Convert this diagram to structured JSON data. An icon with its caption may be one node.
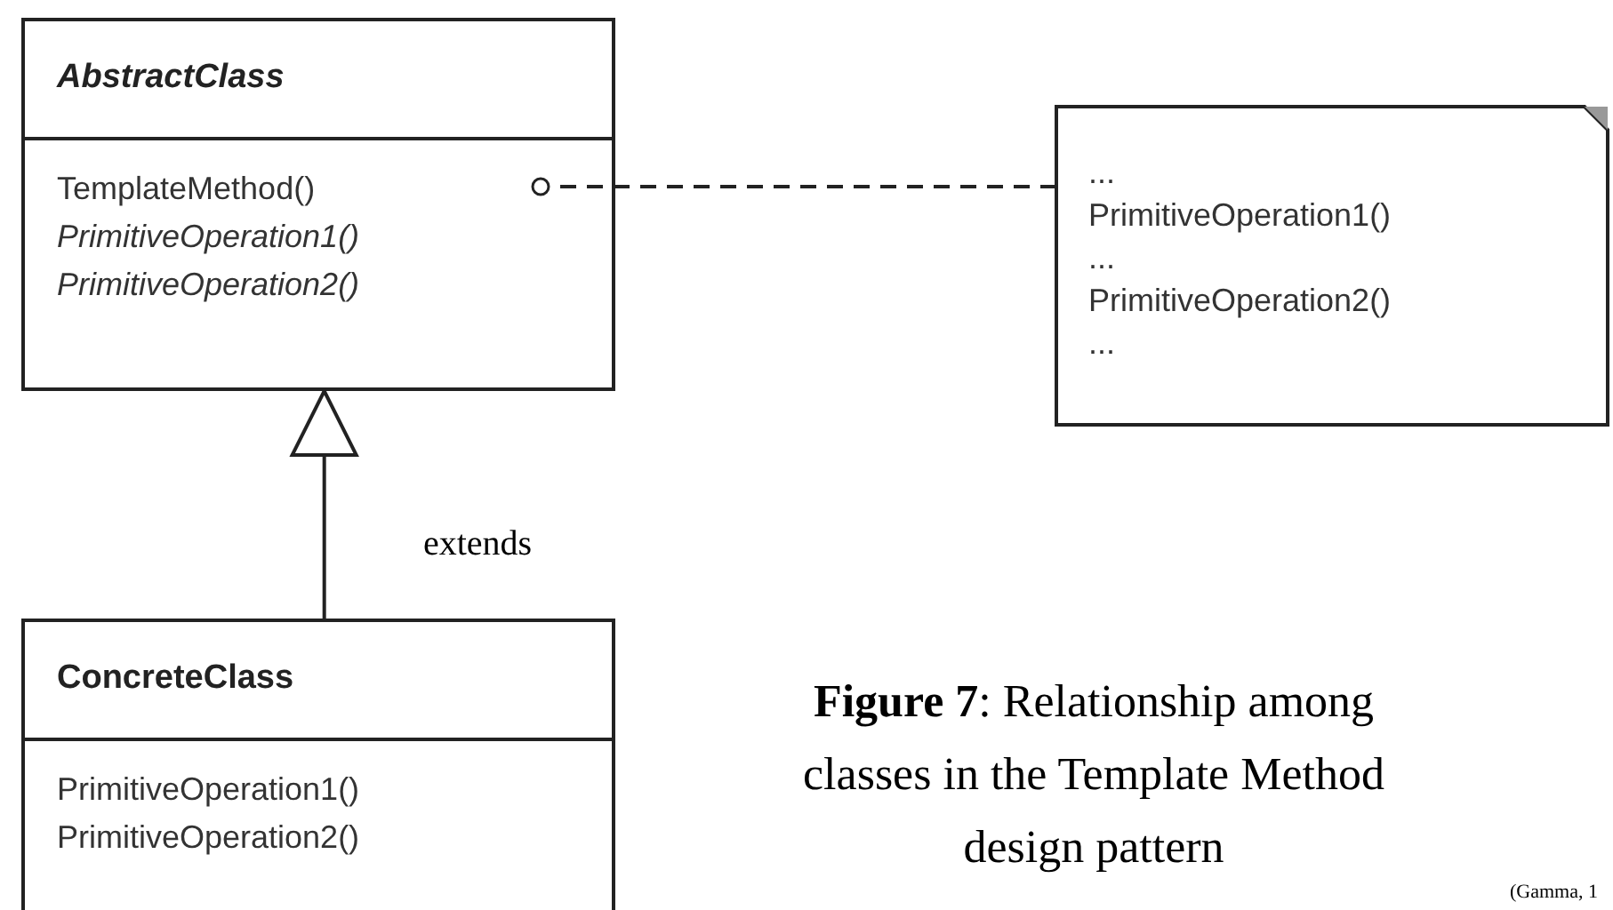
{
  "diagram": {
    "caption": "**Figure 7**: Relationship among classes in the Template Method design pattern",
    "nodes": [
      {
        "text": [
          "AbstractClass",
          "TemplateMethod()",
          "PrimitiveOperation1()",
          "PrimitiveOperation2()"
        ]
      },
      {
        "text": [
          "...",
          "PrimitiveOperation1()",
          "...",
          "PrimitiveOperation2()",
          "..."
        ]
      },
      {
        "text": [
          "ConcreteClass",
          "PrimitiveOperation1()",
          "PrimitiveOperation2()"
        ]
      }
    ],
    "edges": [
      {
        "from": 0,
        "to": 1,
        "arrow": "other",
        "style": "dashed"
      },
      {
        "from": 2,
        "to": 0,
        "arrow": "to",
        "label": "extends"
      }
    ],
    "labels": [
      "(Gamma, 1"
    ]
  }
}
